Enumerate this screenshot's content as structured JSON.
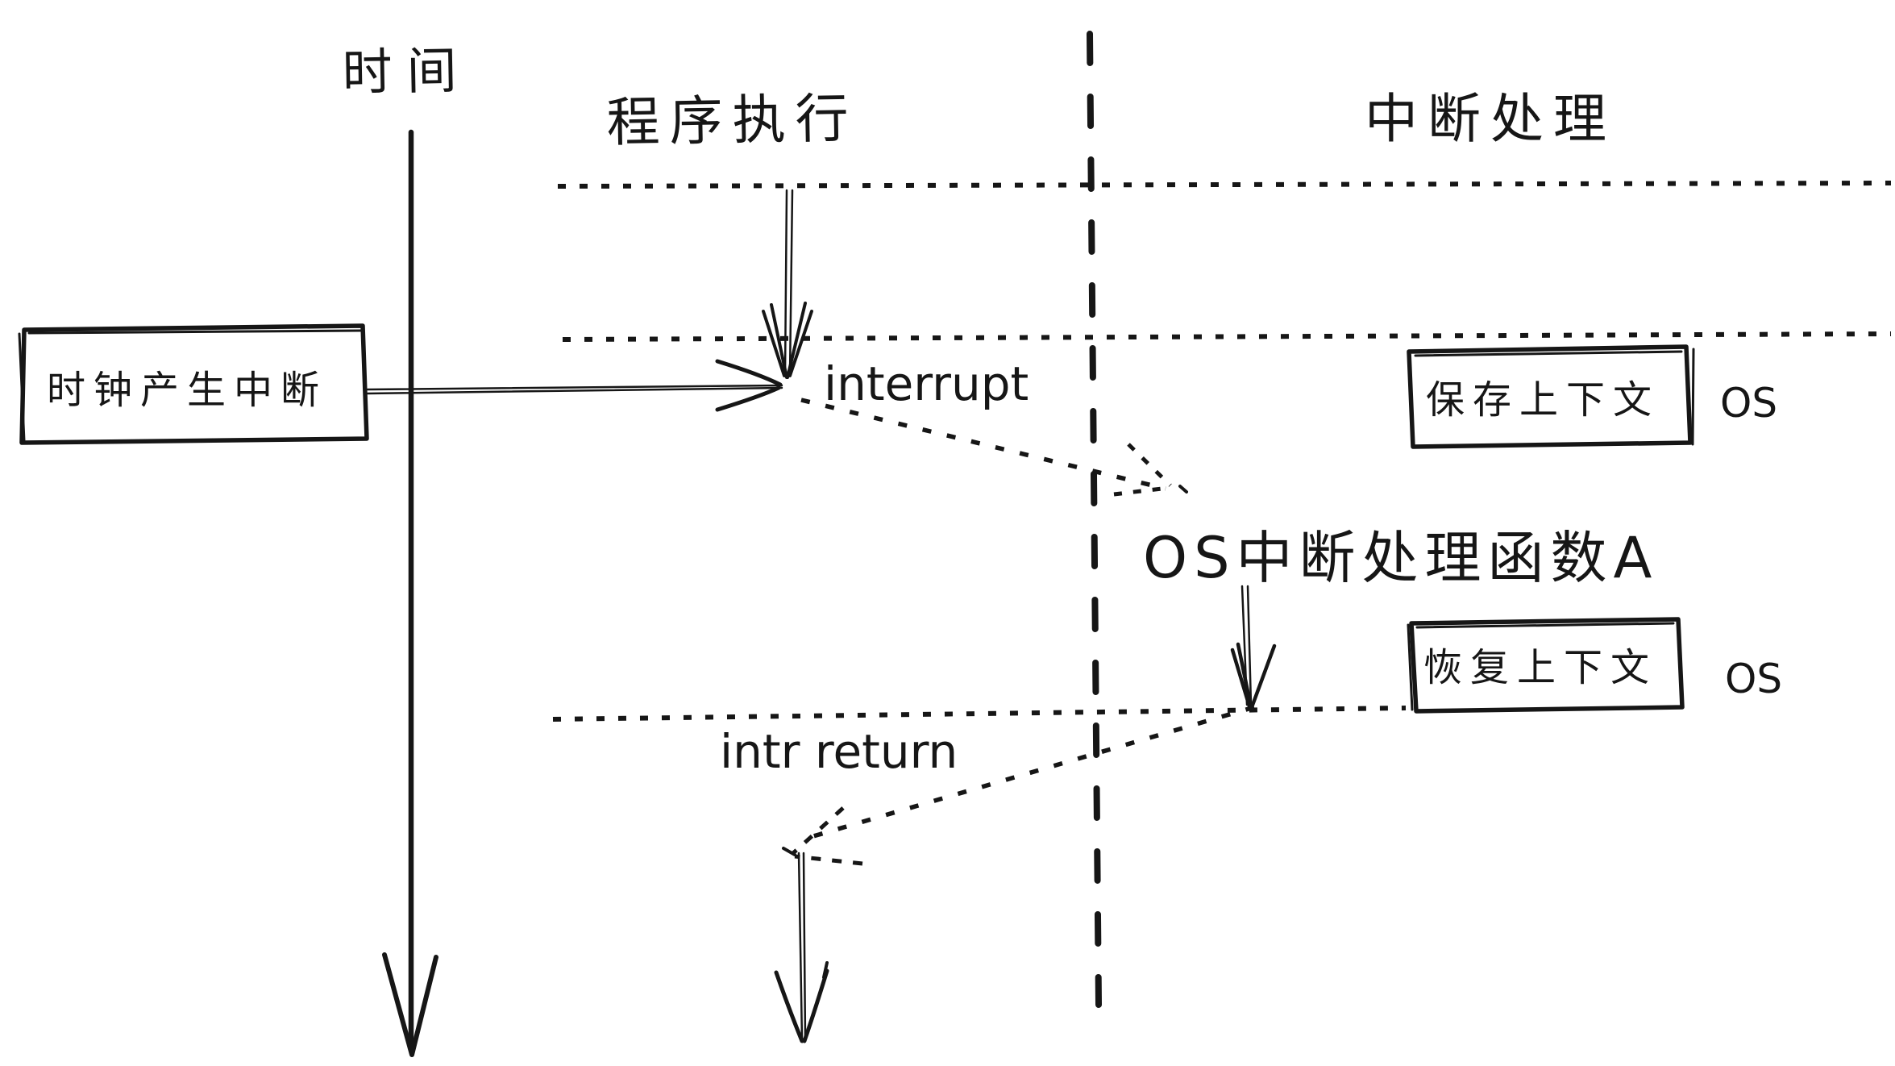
{
  "canvas": {
    "background": "#ffffff",
    "ink_color": "#161616"
  },
  "labels": {
    "time_axis": "时间",
    "program_column": "程序执行",
    "interrupt_column": "中断处理",
    "clock_interrupt_box": "时钟产生中断",
    "interrupt": "interrupt",
    "save_context": "保存上下文",
    "os_save": "OS",
    "os_handler": "OS中断处理函数A",
    "restore_context": "恢复上下文",
    "os_restore": "OS",
    "intr_return": "intr return"
  }
}
